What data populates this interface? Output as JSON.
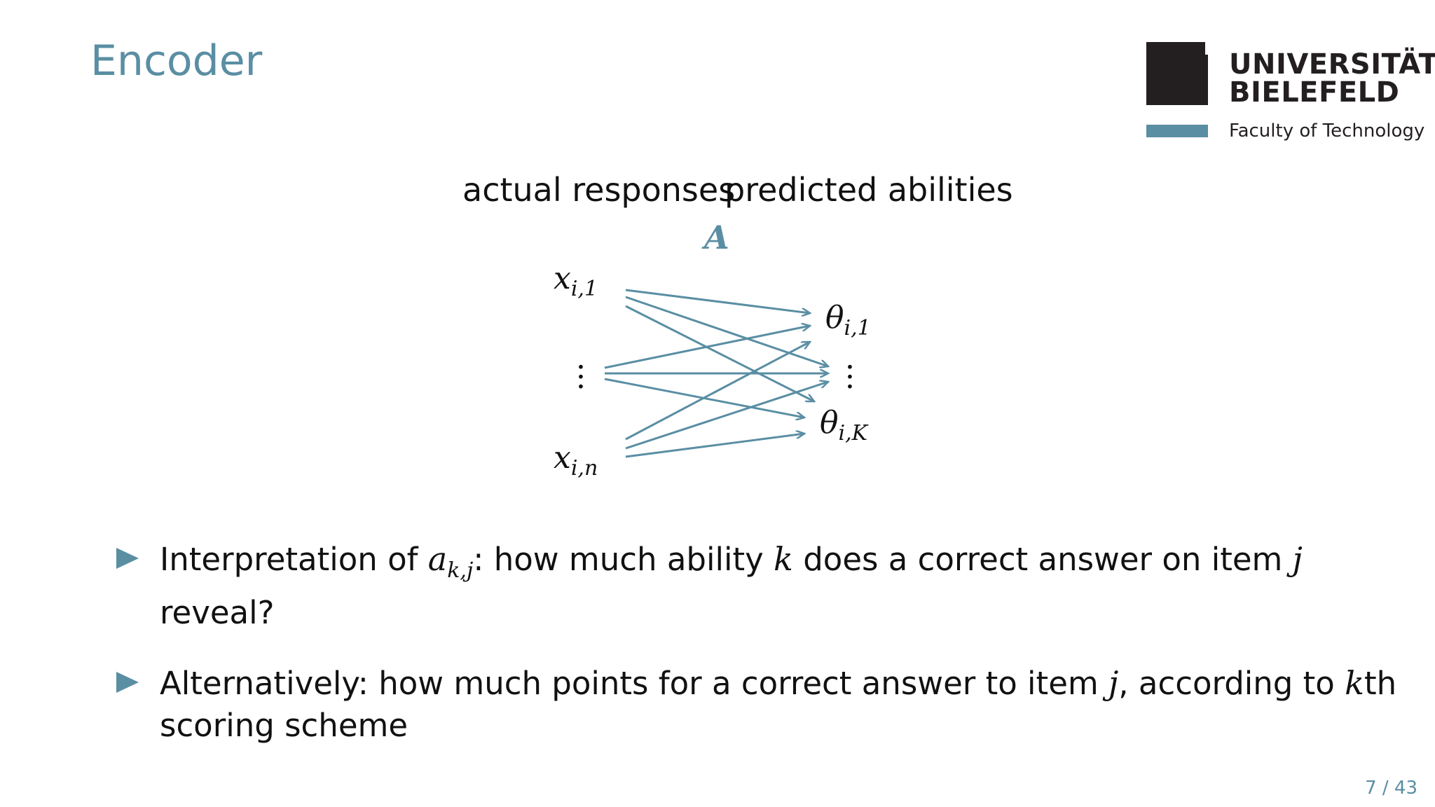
{
  "slide": {
    "title": "Encoder",
    "page_number": "7 / 43"
  },
  "logo": {
    "line1": "UNIVERSITÄT",
    "line2": "BIELEFELD",
    "faculty": "Faculty of Technology",
    "colors": {
      "mark": "#231f20",
      "bar": "#5a8ea3"
    }
  },
  "diagram": {
    "left_heading": "actual responses",
    "right_heading": "predicted abilities",
    "matrix_label": "A",
    "inputs": [
      {
        "base": "x",
        "sub": "i,1"
      },
      {
        "base": "x",
        "sub": "i,n"
      }
    ],
    "outputs": [
      {
        "base": "θ",
        "sub": "i,1"
      },
      {
        "base": "θ",
        "sub": "i,K"
      }
    ],
    "edge_color": "#5a8ea3"
  },
  "bullets": [
    {
      "p1": "Interpretation of ",
      "m1": "a",
      "m1_sub": "k,j",
      "p2": ": how much ability ",
      "m2": "k",
      "p3": " does a correct answer on item ",
      "m3": "j",
      "p4": " reveal?"
    },
    {
      "p1": "Alternatively: how much points for a correct answer to item ",
      "m1": "j",
      "p2": ", according to ",
      "m2": "k",
      "p3": "th scoring scheme"
    }
  ]
}
